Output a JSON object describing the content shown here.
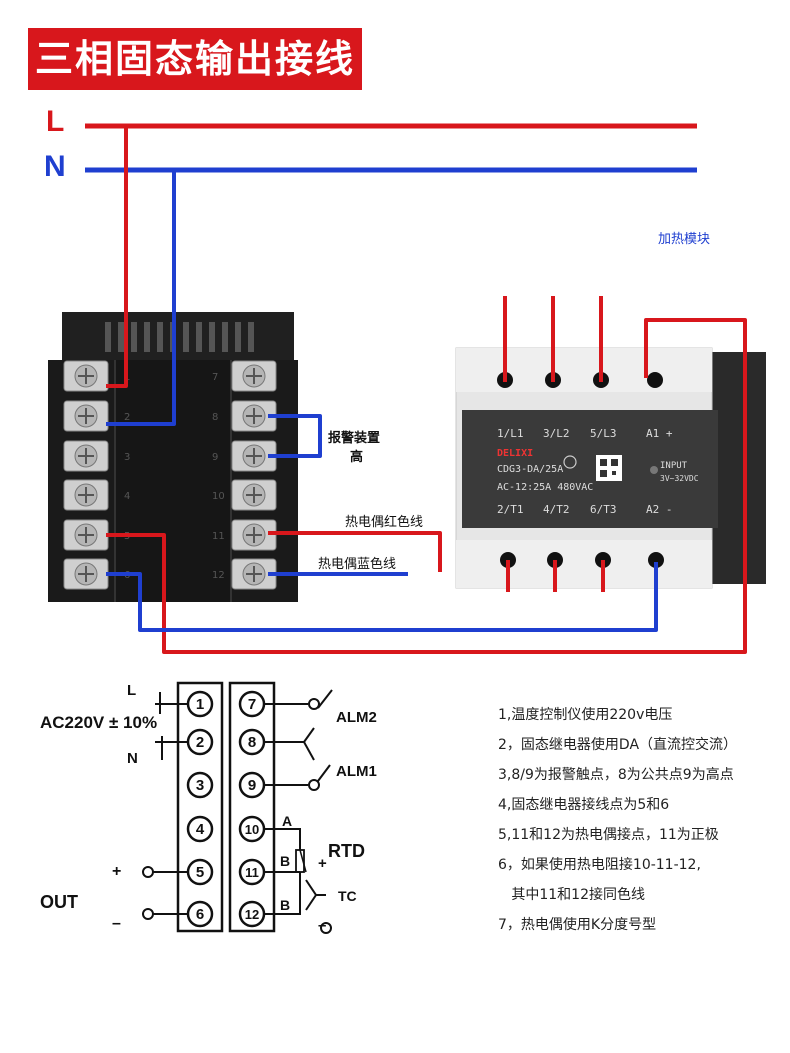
{
  "title": "三相固态输出接线",
  "bus": {
    "L": "L",
    "N": "N"
  },
  "labels": {
    "heating_module": "加热模块",
    "alarm_device_line1": "报警装置",
    "alarm_device_line2": "高",
    "tc_red": "热电偶红色线",
    "tc_blue": "热电偶蓝色线"
  },
  "controller_terminal_numbers": [
    "7",
    "8",
    "9",
    "10",
    "11",
    "12",
    "1",
    "2",
    "3",
    "4",
    "5",
    "6"
  ],
  "ssr": {
    "brand": "DELIXI",
    "model": "CDG3-DA/25A",
    "rating": "AC-12:25A 480VAC",
    "top_terminals": [
      "1/L1",
      "3/L2",
      "5/L3",
      "A1 +"
    ],
    "bottom_terminals": [
      "2/T1",
      "4/T2",
      "6/T3",
      "A2 -"
    ],
    "input_label": "INPUT",
    "input_range": "3V~32VDC"
  },
  "schematic": {
    "left_terminals": [
      "1",
      "2",
      "3",
      "4",
      "5",
      "6"
    ],
    "right_terminals": [
      "7",
      "8",
      "9",
      "10",
      "11",
      "12"
    ],
    "supply": "AC220V ± 10%",
    "L": "L",
    "N": "N",
    "alm2": "ALM2",
    "alm1": "ALM1",
    "rtd": "RTD",
    "tc": "TC",
    "out": "OUT",
    "plus": "+",
    "minus": "–",
    "A": "A",
    "B": "B"
  },
  "notes": [
    "1,温度控制仪使用220v电压",
    "2，固态继电器使用DA（直流控交流）",
    "3,8/9为报警触点，8为公共点9为高点",
    "4,固态继电器接线点为5和6",
    "5,11和12为热电偶接点，11为正极",
    "6，如果使用热电阻接10-11-12,",
    "   其中11和12接同色线",
    "7，热电偶使用K分度号型"
  ],
  "colors": {
    "red": "#d8171c",
    "blue": "#1f3fd0",
    "device_dark": "#1e1e1e"
  }
}
